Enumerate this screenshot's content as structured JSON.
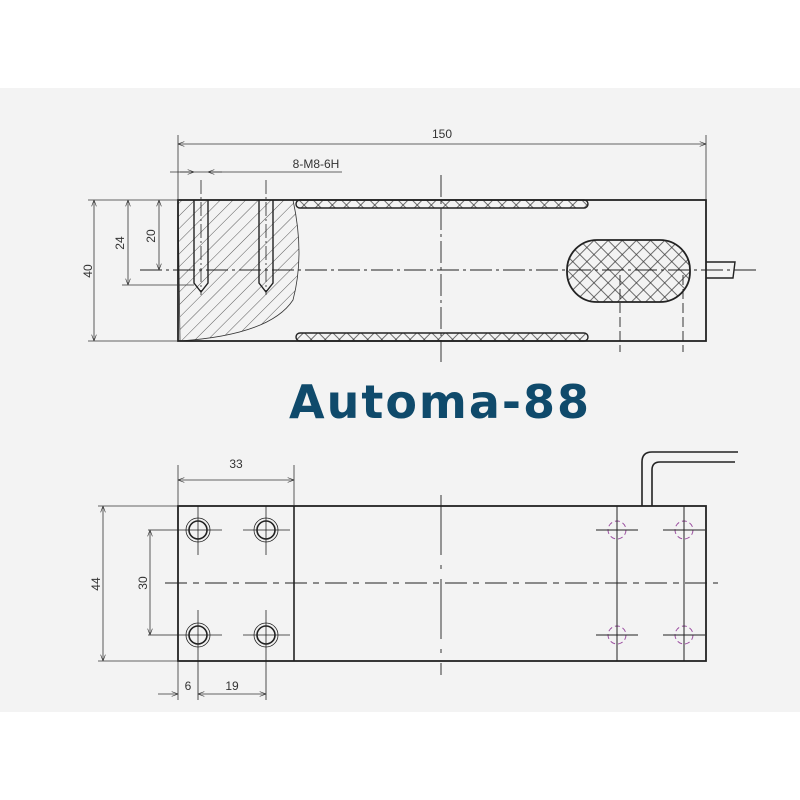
{
  "watermark": "Automa-88",
  "colors": {
    "line": "#222222",
    "panel": "#f3f3f3",
    "watermark": "#0f4a6b",
    "hidden_holes": "#9b4fa0"
  },
  "side_view": {
    "length": "150",
    "thread_spec": "8-M8-6H",
    "height": "40",
    "hole_depth": "24",
    "thread_depth": "20"
  },
  "top_view": {
    "block_length": "33",
    "width": "44",
    "hole_spacing_y": "30",
    "hole_offset_x": "6",
    "hole_spacing_x": "19"
  }
}
